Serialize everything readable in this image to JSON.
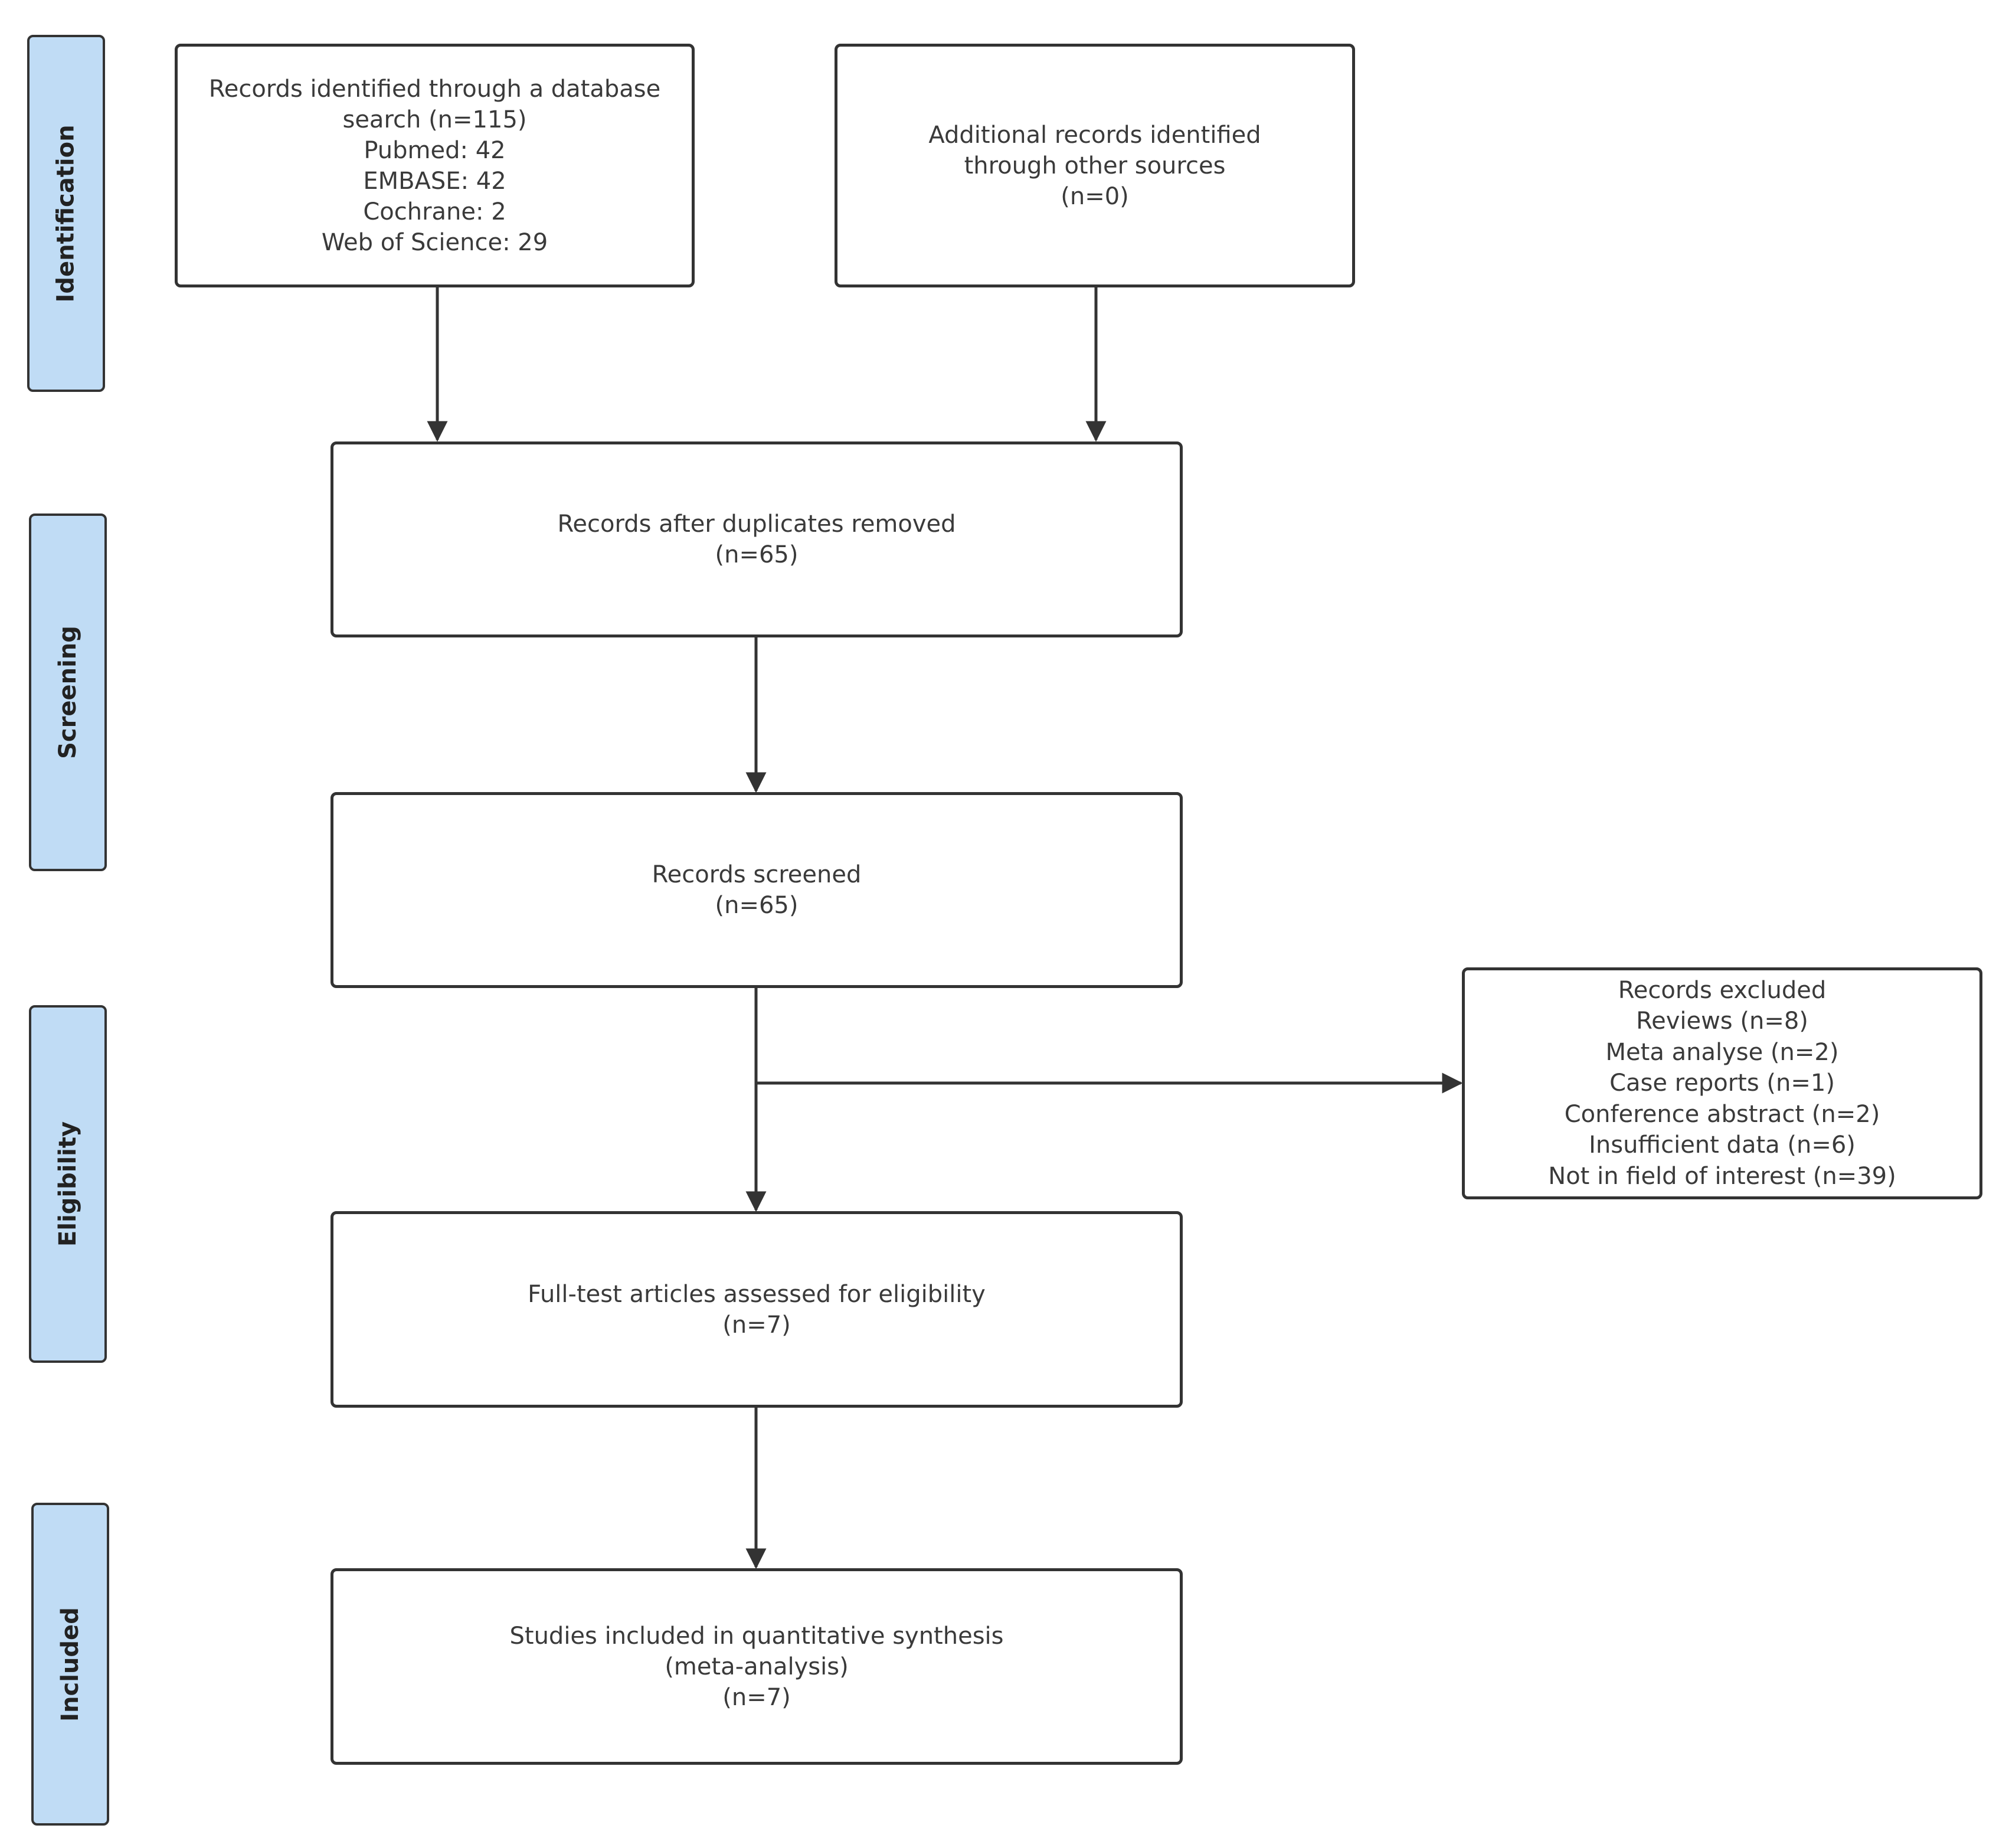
{
  "stages": {
    "identification": "Identification",
    "screening": "Screening",
    "eligibility": "Eligibility",
    "included": "Included"
  },
  "boxes": {
    "database_search": {
      "lines": [
        "Records identified through a database",
        "search  (n=115)",
        "Pubmed: 42",
        "EMBASE: 42",
        "Cochrane: 2",
        "Web of Science: 29"
      ]
    },
    "other_sources": {
      "lines": [
        "Additional records identified",
        "through other sources",
        "(n=0)"
      ]
    },
    "duplicates_removed": {
      "lines": [
        "Records after duplicates removed",
        "(n=65)"
      ]
    },
    "screened": {
      "lines": [
        "Records screened",
        "(n=65)"
      ]
    },
    "excluded": {
      "lines": [
        "Records excluded",
        "Reviews (n=8)",
        "Meta analyse (n=2)",
        "Case reports (n=1)",
        "Conference abstract (n=2)",
        "Insufficient data (n=6)",
        "Not in field of interest (n=39)"
      ]
    },
    "full_text": {
      "lines": [
        "Full-test articles assessed for eligibility",
        "(n=7)"
      ]
    },
    "included_studies": {
      "lines": [
        "Studies included in quantitative synthesis",
        "(meta-analysis)",
        "(n=7)"
      ]
    }
  },
  "colors": {
    "stage_fill": "#c0dcf5",
    "border": "#333333",
    "text": "#3a3a3a"
  }
}
